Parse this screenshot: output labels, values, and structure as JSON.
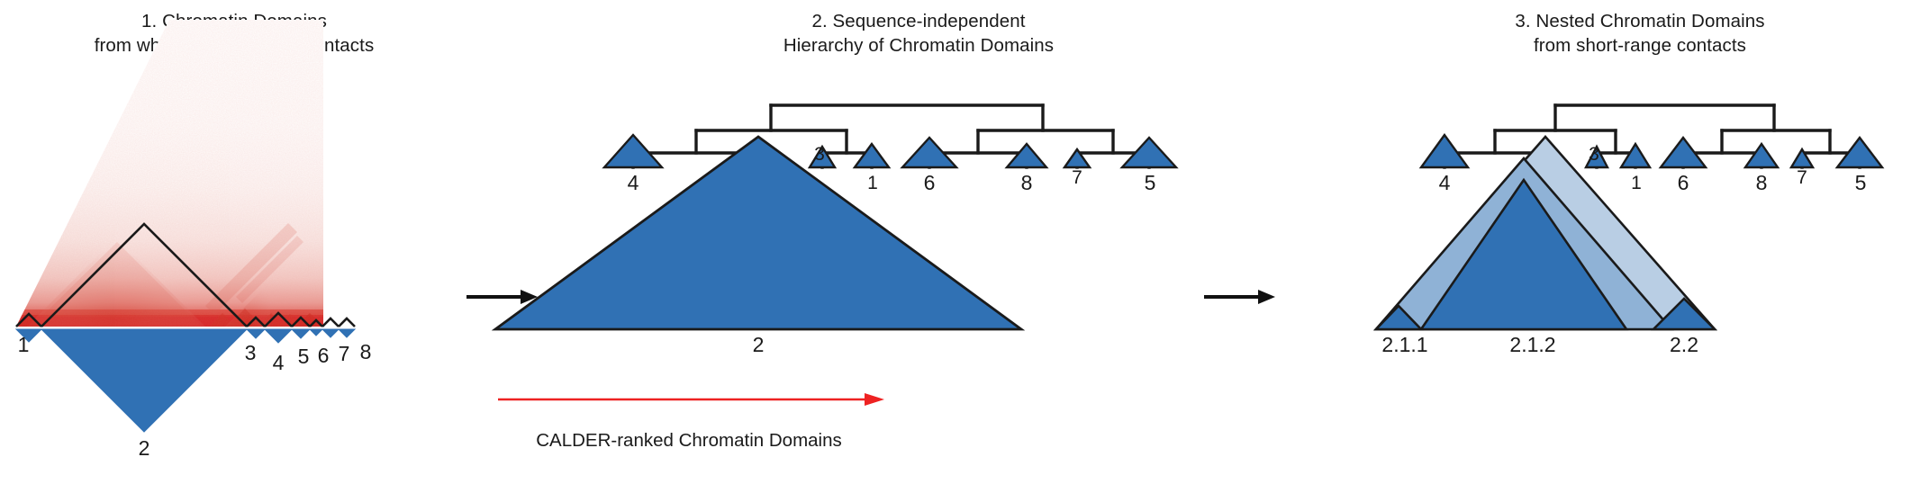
{
  "figure": {
    "background": "#ffffff",
    "colors": {
      "domain_blue": "#3071b4",
      "nested_blue_light": "#b9cee4",
      "nested_blue_mid": "#8fb2d6",
      "heatmap_red": "#d62728",
      "outline_black": "#1a1a1a",
      "arrow_red": "#ee2222"
    }
  },
  "panels": [
    {
      "id": "panel-1",
      "number": "1.",
      "title_line1": "Chromatin Domains",
      "title_line2": "from whole-chromosome contacts",
      "domain_labels": [
        "1",
        "2",
        "3",
        "4",
        "5",
        "6",
        "7",
        "8"
      ]
    },
    {
      "id": "panel-2",
      "number": "2.",
      "title_line1": "Sequence-independent",
      "title_line2": "Hierarchy of Chromatin Domains",
      "leaf_labels": [
        "4",
        "3",
        "1",
        "6",
        "8",
        "7",
        "5"
      ],
      "big_domain_label": "2",
      "arrow_caption": "CALDER-ranked Chromatin Domains"
    },
    {
      "id": "panel-3",
      "number": "3.",
      "title_line1": "Nested Chromatin Domains",
      "title_line2": "from short-range contacts",
      "leaf_labels": [
        "4",
        "3",
        "1",
        "6",
        "8",
        "7",
        "5"
      ],
      "nested_labels": [
        "2.1.1",
        "2.1.2",
        "2.2"
      ]
    }
  ],
  "flow_arrows": [
    {
      "name": "arrow-panel1-to-panel2"
    },
    {
      "name": "arrow-panel2-to-panel3"
    }
  ]
}
